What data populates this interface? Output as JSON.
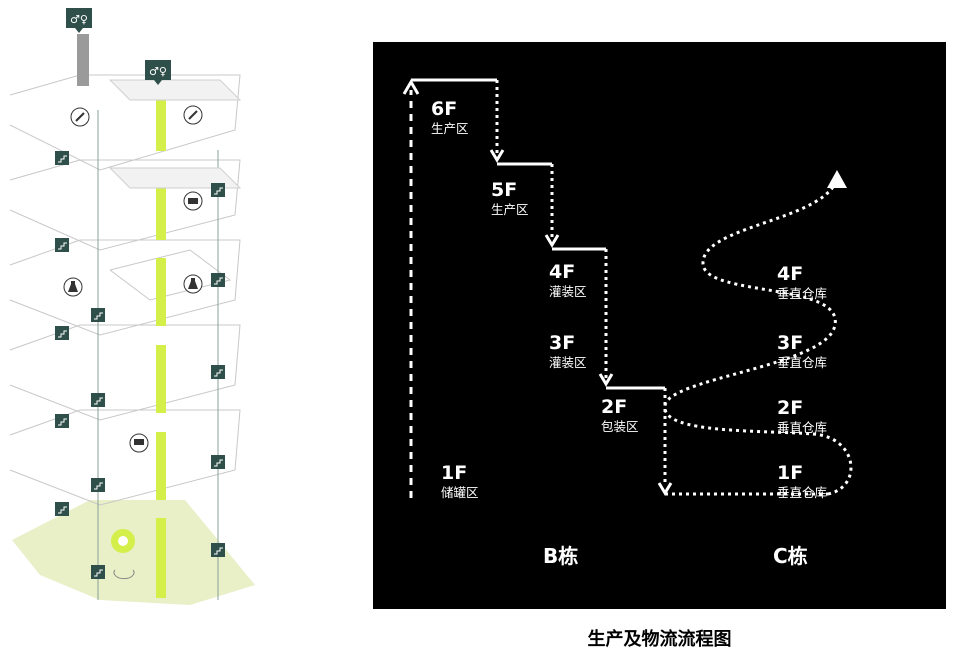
{
  "diagram": {
    "caption": "生产及物流流程图",
    "buildings": [
      {
        "name": "B栋",
        "floors": [
          {
            "floor": "6F",
            "zone": "生产区"
          },
          {
            "floor": "5F",
            "zone": "生产区"
          },
          {
            "floor": "4F",
            "zone": "灌装区"
          },
          {
            "floor": "3F",
            "zone": "灌装区"
          },
          {
            "floor": "2F",
            "zone": "包装区"
          },
          {
            "floor": "1F",
            "zone": "储罐区"
          }
        ]
      },
      {
        "name": "C栋",
        "floors": [
          {
            "floor": "4F",
            "zone": "垂直仓库"
          },
          {
            "floor": "3F",
            "zone": "垂直仓库"
          },
          {
            "floor": "2F",
            "zone": "垂直仓库"
          },
          {
            "floor": "1F",
            "zone": "垂直仓库"
          }
        ]
      }
    ]
  },
  "icons": {
    "restroom": "restroom-icon",
    "stairs": "stairs-icon",
    "pencil": "pencil-icon",
    "camera": "camera-icon",
    "bottle": "bottle-icon",
    "monitor": "monitor-icon",
    "location": "location-pin-icon"
  },
  "colors": {
    "panel_background": "#000000",
    "flow_line": "#ffffff",
    "icon_box": "#2f4f4a",
    "elevator_accent": "#d4ee4a",
    "ground_plane": "#e9efc6"
  }
}
